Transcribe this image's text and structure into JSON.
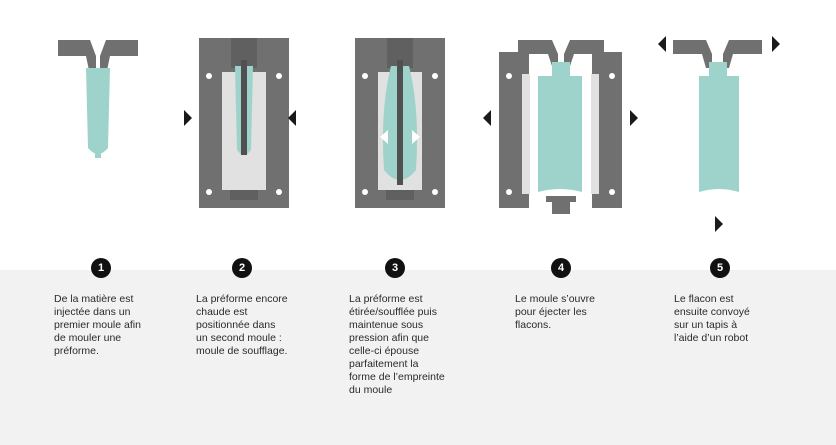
{
  "steps": [
    {
      "number": "1",
      "text": "De la matière est injectée dans un premier moule afin de mouler une préforme."
    },
    {
      "number": "2",
      "text": "La préforme encore chaude est positionnée dans un second moule : moule de soufflage."
    },
    {
      "number": "3",
      "text": "La préforme est étirée/soufflée puis maintenue sous pression afin que celle-ci épouse parfaitement la forme de l’empreinte du moule"
    },
    {
      "number": "4",
      "text": "Le moule s’ouvre pour éjecter les flacons."
    },
    {
      "number": "5",
      "text": "Le flacon est ensuite convoyé sur un tapis à l’aide d’un robot"
    }
  ],
  "colors": {
    "mold": "#707070",
    "cavity": "#e1e1e1",
    "preform": "#9ed3cb",
    "arrow": "#1a1a1a",
    "panel": "#f2f2f2"
  }
}
